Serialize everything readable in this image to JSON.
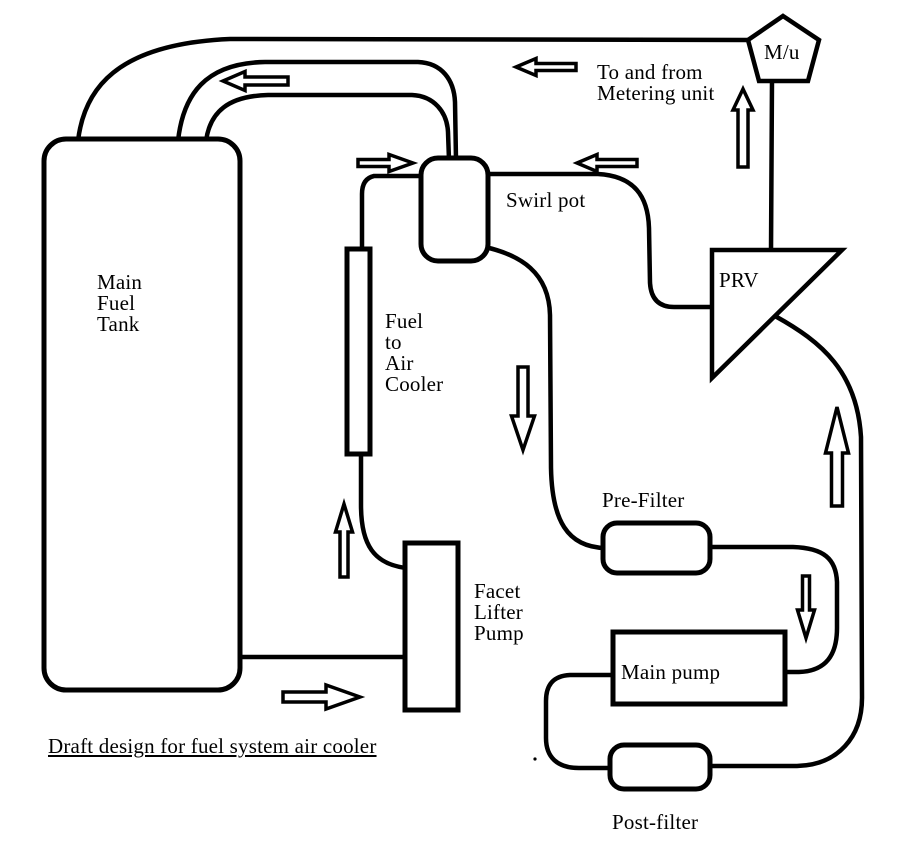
{
  "title": "Draft design for fuel system air cooler",
  "colors": {
    "line": "#000000",
    "background": "#ffffff"
  },
  "components": {
    "main_fuel_tank": {
      "label": "Main\nFuel\nTank",
      "shape": "rounded-rectangle"
    },
    "fuel_air_cooler": {
      "label": "Fuel\nto\nAir\nCooler",
      "shape": "tall-thin-rectangle"
    },
    "swirl_pot": {
      "label": "Swirl pot",
      "shape": "rounded-rectangle"
    },
    "metering_unit": {
      "label": "M/u",
      "shape": "pentagon"
    },
    "prv": {
      "label": "PRV",
      "shape": "right-triangle"
    },
    "pre_filter": {
      "label": "Pre-Filter",
      "shape": "rounded-rectangle"
    },
    "facet_lifter_pump": {
      "label": "Facet\nLifter\nPump",
      "shape": "rectangle"
    },
    "main_pump": {
      "label": "Main pump",
      "shape": "rectangle"
    },
    "post_filter": {
      "label": "Post-filter",
      "shape": "rounded-rectangle"
    }
  },
  "annotations": {
    "metering_note": "To and from\nMetering unit",
    "caption": "Draft design for fuel system air cooler"
  },
  "flow_arrows": [
    {
      "icon": "flow-arrow-left-icon",
      "direction": "left",
      "location": "upper-return-line"
    },
    {
      "icon": "flow-arrow-left-icon",
      "direction": "left",
      "location": "from-metering-unit"
    },
    {
      "icon": "flow-arrow-left-icon",
      "direction": "left",
      "location": "into-swirl-pot-right"
    },
    {
      "icon": "flow-arrow-right-icon",
      "direction": "right",
      "location": "cooler-into-swirl-pot"
    },
    {
      "icon": "flow-arrow-right-icon",
      "direction": "right",
      "location": "tank-to-lifter-pump"
    },
    {
      "icon": "flow-arrow-up-icon",
      "direction": "up",
      "location": "prv-to-metering-unit"
    },
    {
      "icon": "flow-arrow-up-icon",
      "direction": "up",
      "location": "pump-to-air-cooler"
    },
    {
      "icon": "flow-arrow-up-icon",
      "direction": "up",
      "location": "post-filter-riser"
    },
    {
      "icon": "flow-arrow-down-icon",
      "direction": "down",
      "location": "swirl-pot-to-pre-filter"
    },
    {
      "icon": "flow-arrow-down-icon",
      "direction": "down",
      "location": "pre-filter-to-main-pump"
    }
  ]
}
